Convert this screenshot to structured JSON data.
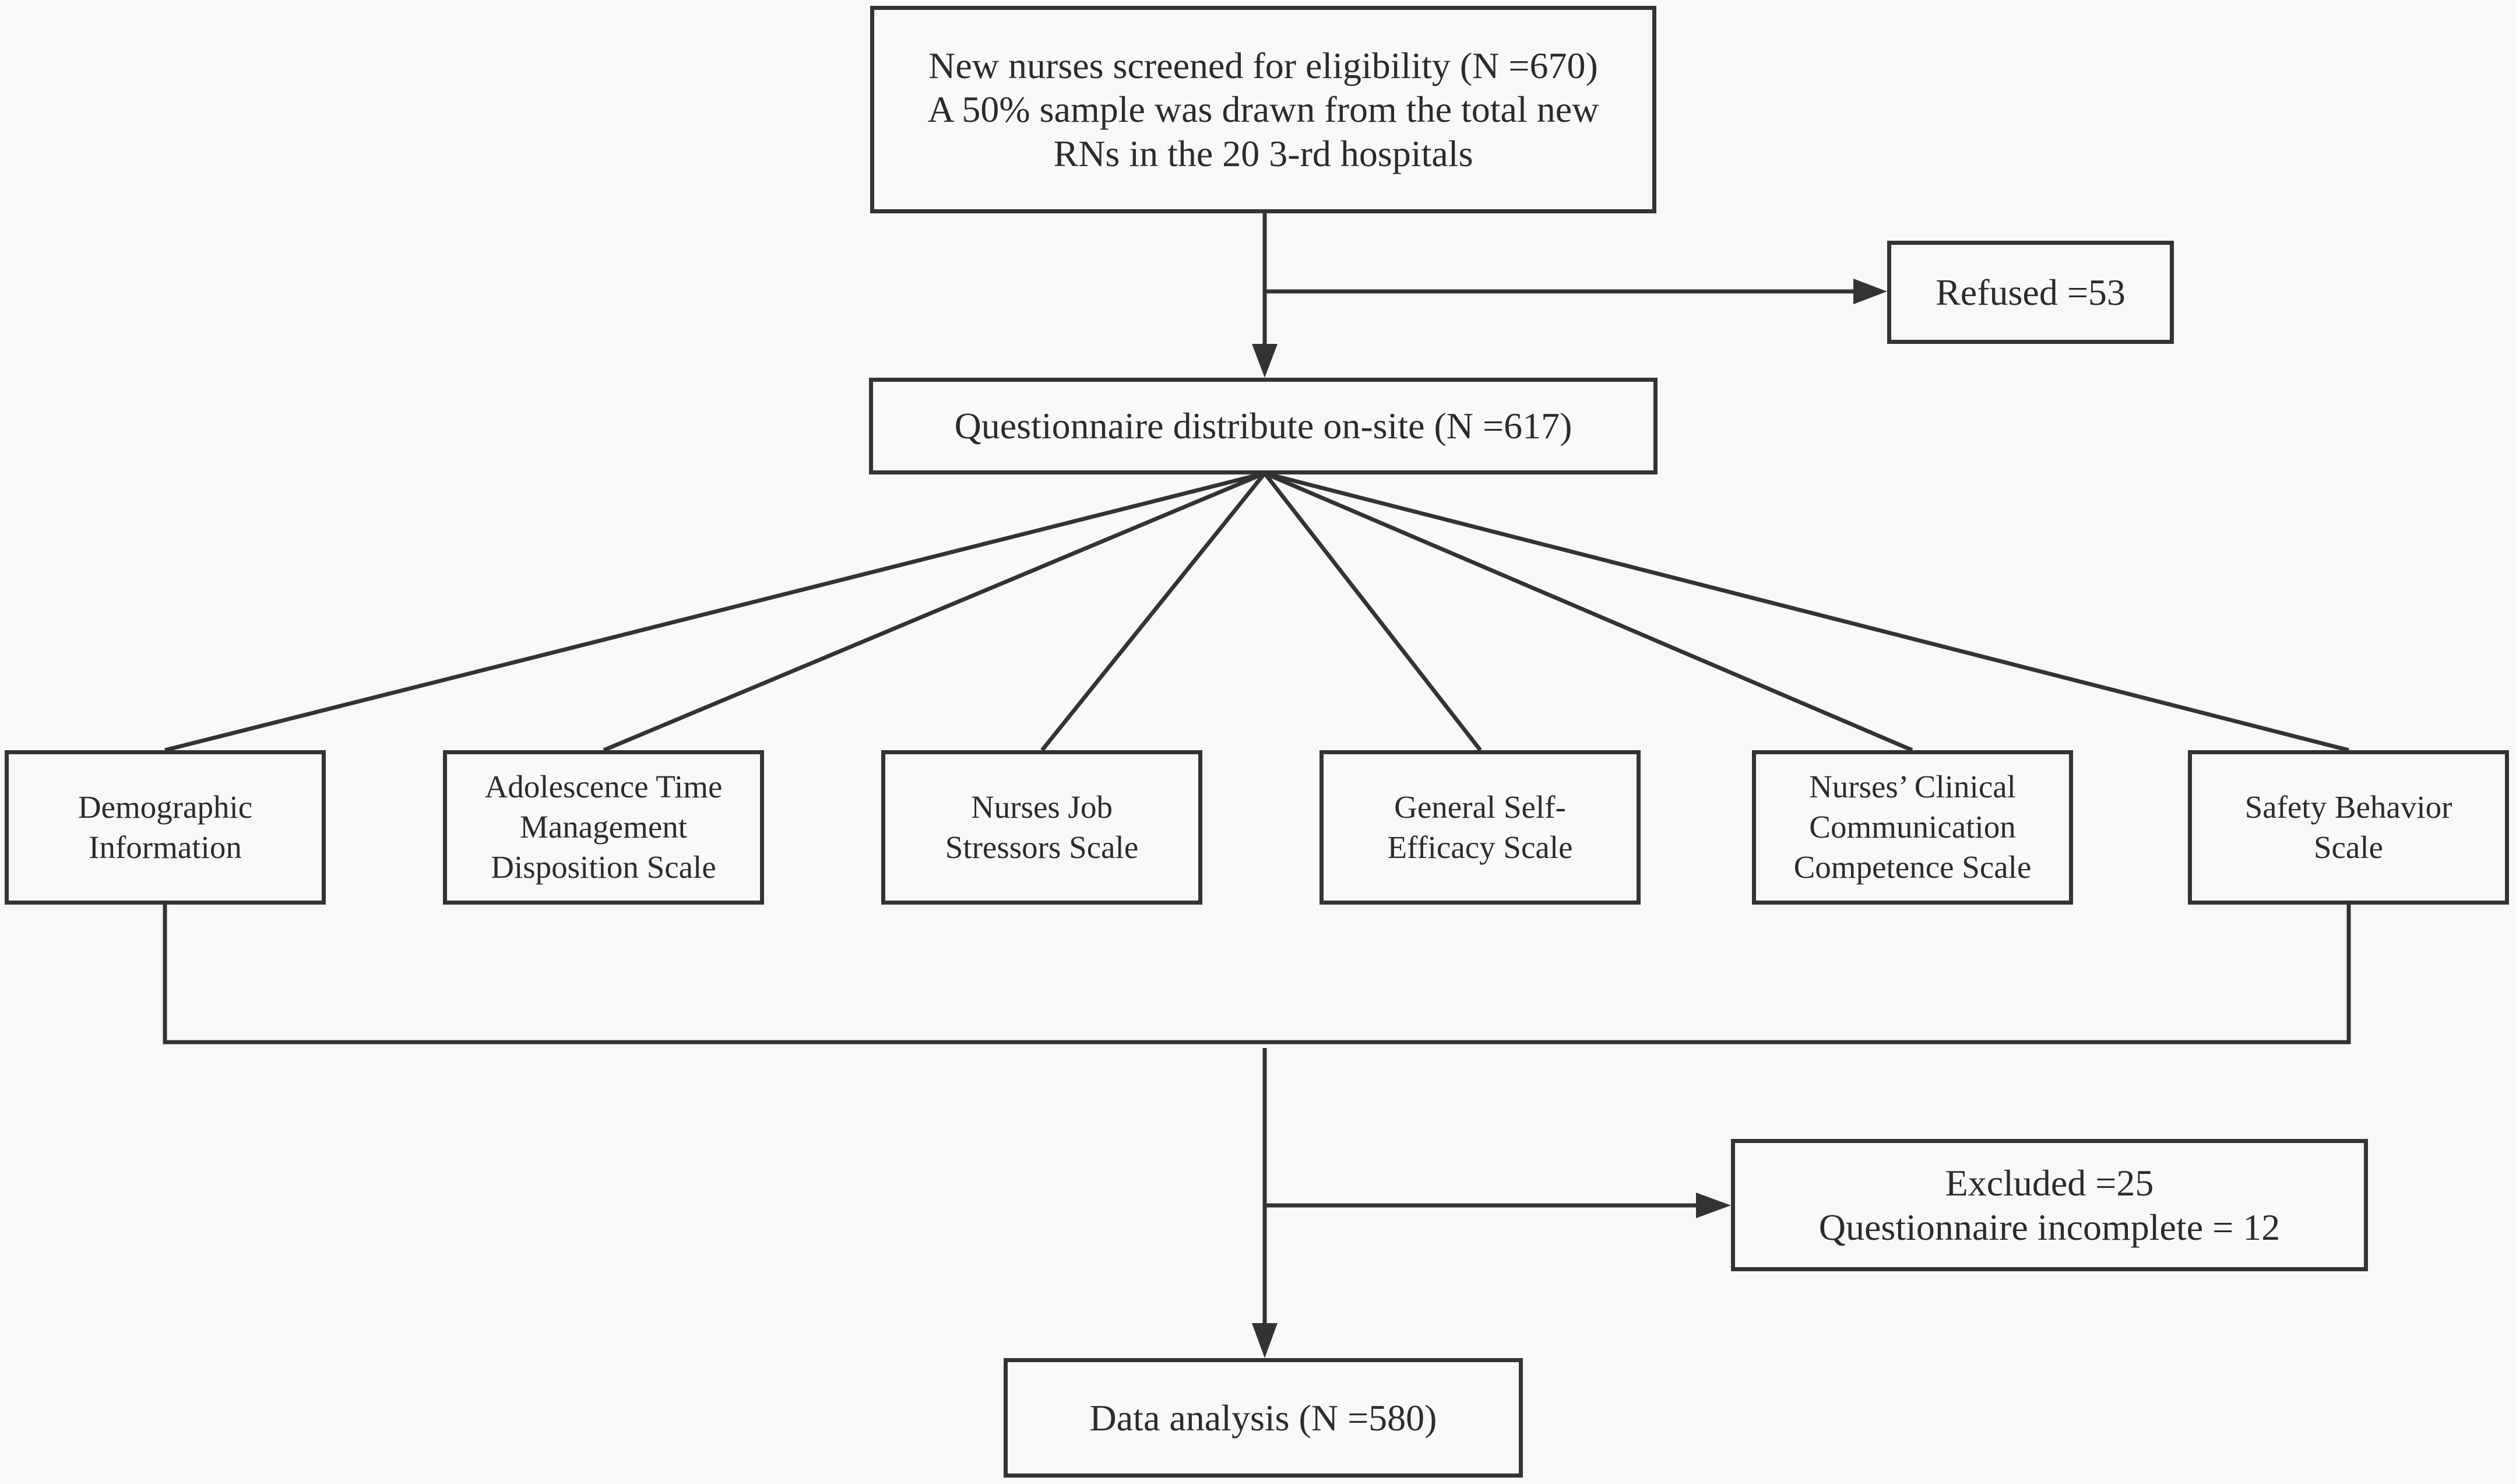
{
  "screening": {
    "lines": [
      "New nurses screened for eligibility (N =670)",
      "A 50% sample was drawn from the total new",
      "RNs in the 20 3-rd hospitals"
    ]
  },
  "refused": {
    "label": "Refused =53"
  },
  "questionnaire": {
    "label": "Questionnaire distribute on-site (N =617)"
  },
  "scales": [
    {
      "lines": [
        "Demographic",
        "Information"
      ]
    },
    {
      "lines": [
        "Adolescence Time",
        "Management",
        "Disposition Scale"
      ]
    },
    {
      "lines": [
        "Nurses Job",
        "Stressors Scale"
      ]
    },
    {
      "lines": [
        "General Self-",
        "Efficacy Scale"
      ]
    },
    {
      "lines": [
        "Nurses’ Clinical",
        "Communication",
        "Competence Scale"
      ]
    },
    {
      "lines": [
        "Safety Behavior",
        "Scale"
      ]
    }
  ],
  "excluded": {
    "lines": [
      "Excluded =25",
      "Questionnaire incomplete = 12"
    ]
  },
  "analysis": {
    "label": "Data analysis (N =580)"
  }
}
